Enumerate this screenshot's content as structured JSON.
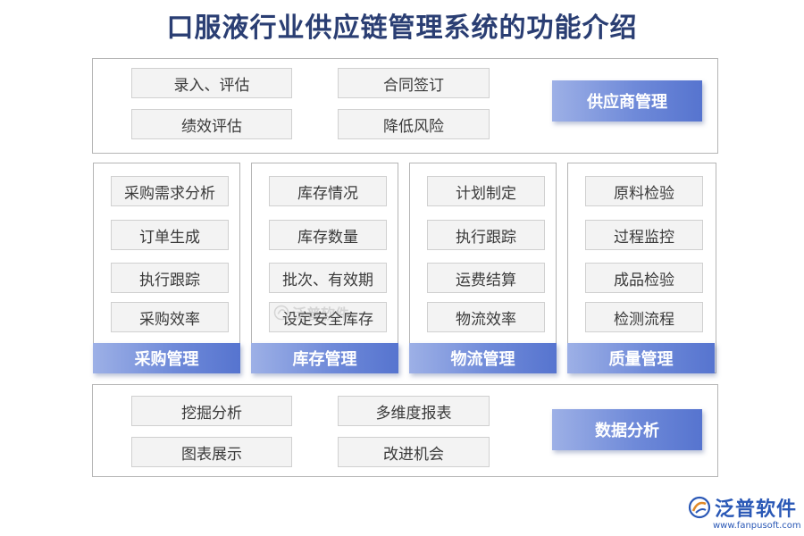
{
  "title": "口服液行业供应链管理系统的功能介绍",
  "supplier": {
    "head": "供应商管理",
    "items": [
      "录入、评估",
      "合同签订",
      "绩效评估",
      "降低风险"
    ]
  },
  "columns": [
    {
      "head": "采购管理",
      "items": [
        "采购需求分析",
        "订单生成",
        "执行跟踪",
        "采购效率"
      ]
    },
    {
      "head": "库存管理",
      "items": [
        "库存情况",
        "库存数量",
        "批次、有效期",
        "设定安全库存"
      ]
    },
    {
      "head": "物流管理",
      "items": [
        "计划制定",
        "执行跟踪",
        "运费结算",
        "物流效率"
      ]
    },
    {
      "head": "质量管理",
      "items": [
        "原料检验",
        "过程监控",
        "成品检验",
        "检测流程"
      ]
    }
  ],
  "analysis": {
    "head": "数据分析",
    "items": [
      "挖掘分析",
      "多维度报表",
      "图表展示",
      "改进机会"
    ]
  },
  "brand": {
    "name": "泛普软件",
    "url": "www.fanpusoft.com",
    "icon": "fanpu-logo-icon"
  },
  "watermark": "泛普软件",
  "colors": {
    "title": "#2a3e73",
    "head_gradient_start": "#9db0e6",
    "head_gradient_end": "#5674cf",
    "brand": "#2a58b6"
  }
}
